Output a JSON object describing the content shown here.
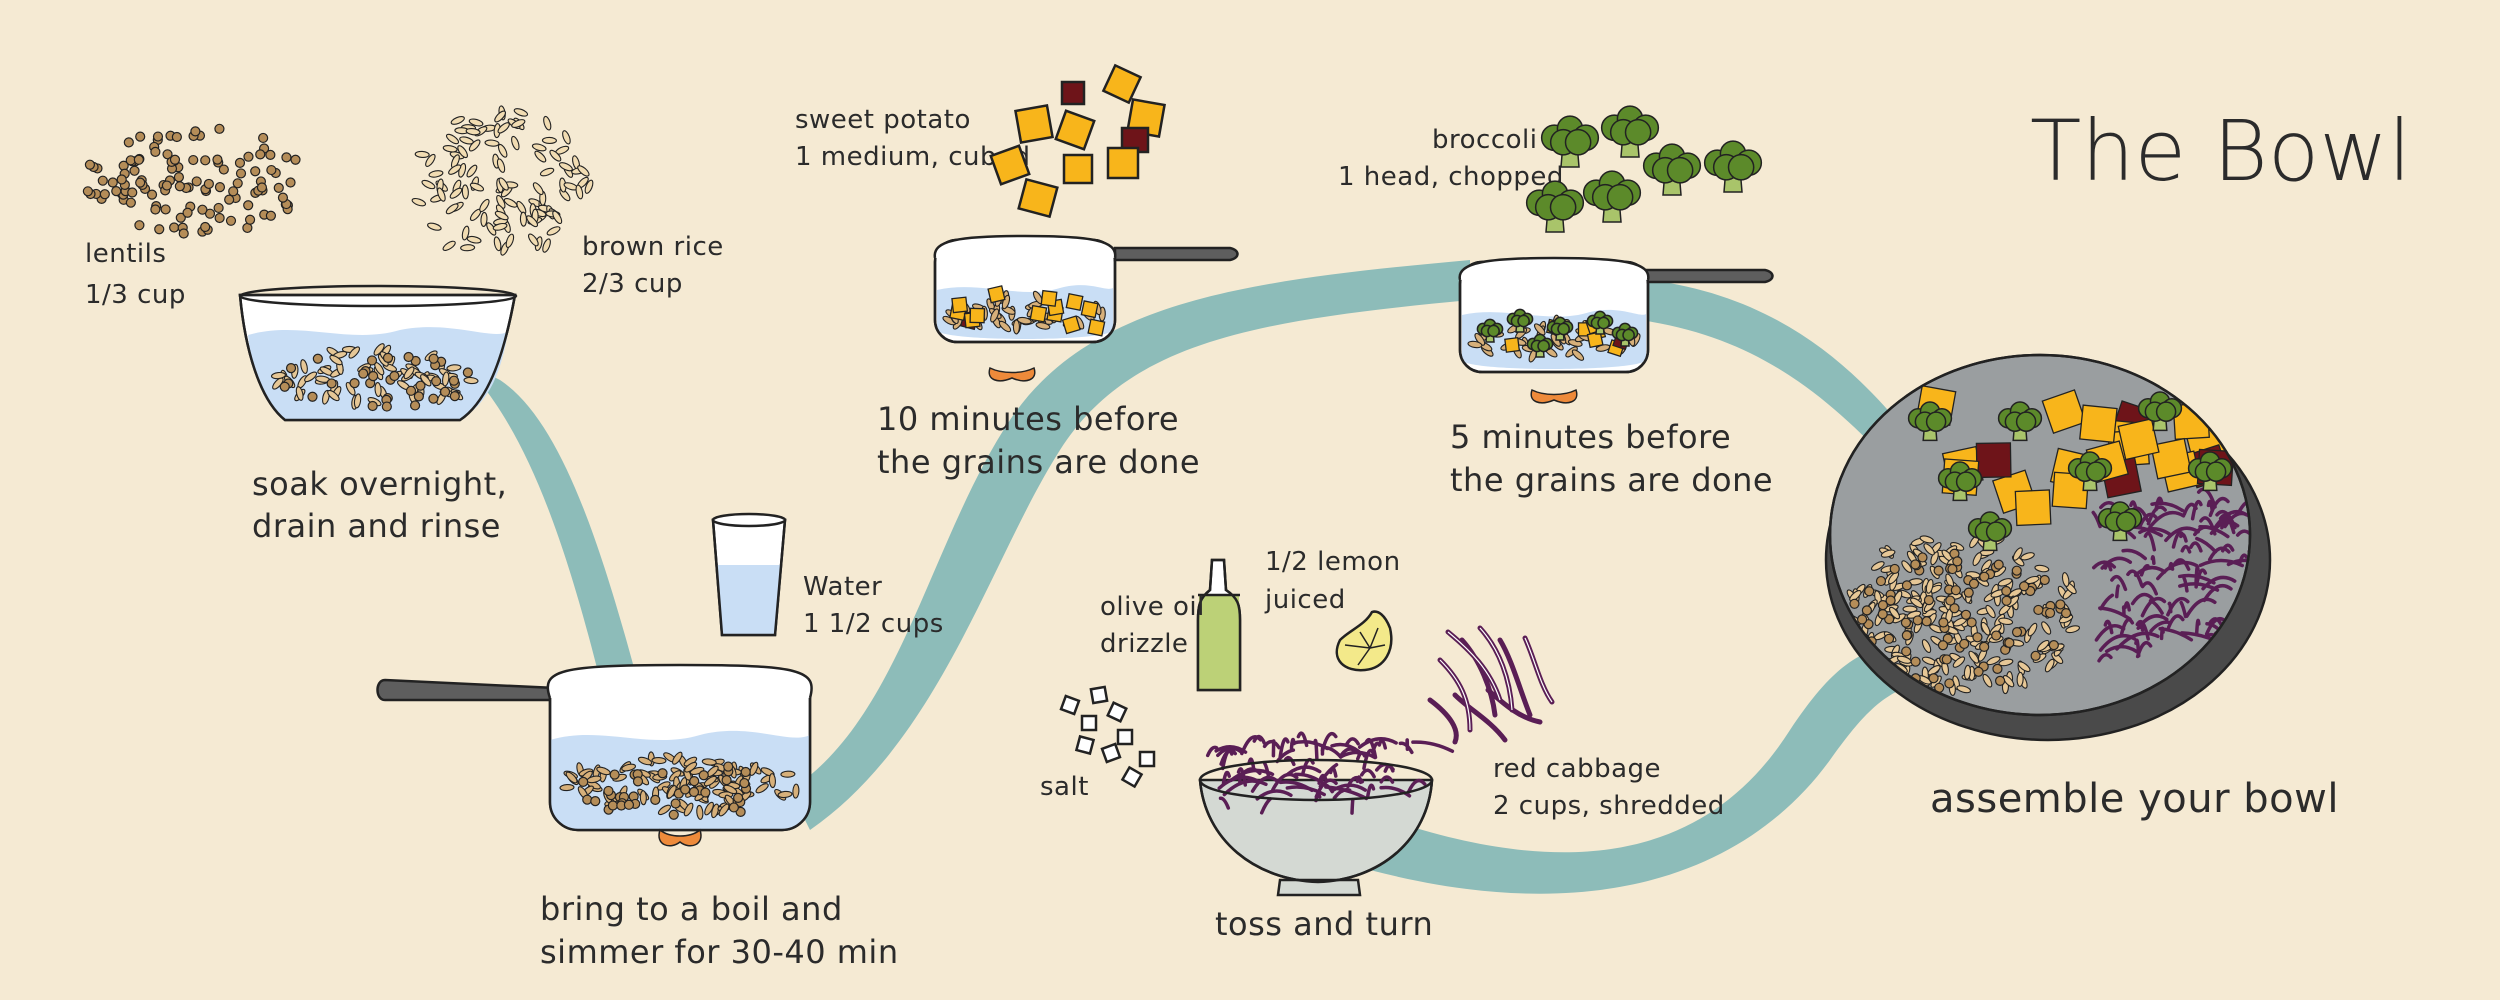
{
  "title": "The Bowl",
  "colors": {
    "background": "#f5ead3",
    "path": "#8dbcb9",
    "water": "#c9def5",
    "potato": "#f8b51b",
    "broccoli": "#5c8a2a",
    "cabbage": "#5a1e55",
    "grain": "#c39a62",
    "flame": "#ee8a3a"
  },
  "ingredients": {
    "lentils": {
      "name": "lentils",
      "amount": "1/3 cup"
    },
    "rice": {
      "name": "brown rice",
      "amount": "2/3 cup"
    },
    "water": {
      "name": "Water",
      "amount": "1 1/2 cups"
    },
    "sweet_potato": {
      "name": "sweet potato",
      "amount": "1 medium, cubed"
    },
    "broccoli": {
      "name": "broccoli",
      "amount": "1 head, chopped"
    },
    "olive_oil": {
      "name": "olive oil",
      "amount": "drizzle"
    },
    "lemon": {
      "name": "1/2 lemon",
      "amount": "juiced"
    },
    "salt": {
      "name": "salt"
    },
    "cabbage": {
      "name": "red cabbage",
      "amount": "2 cups, shredded"
    }
  },
  "steps": {
    "soak": {
      "line1": "soak overnight,",
      "line2": "drain and rinse"
    },
    "boil": {
      "line1": "bring to a boil and",
      "line2": "simmer for 30-40 min"
    },
    "potato": {
      "line1": "10 minutes before",
      "line2": "the grains are done"
    },
    "broccoli": {
      "line1": "5 minutes before",
      "line2": "the grains are done"
    },
    "toss": {
      "line1": "toss and turn"
    },
    "assemble": {
      "line1": "assemble your bowl"
    }
  }
}
